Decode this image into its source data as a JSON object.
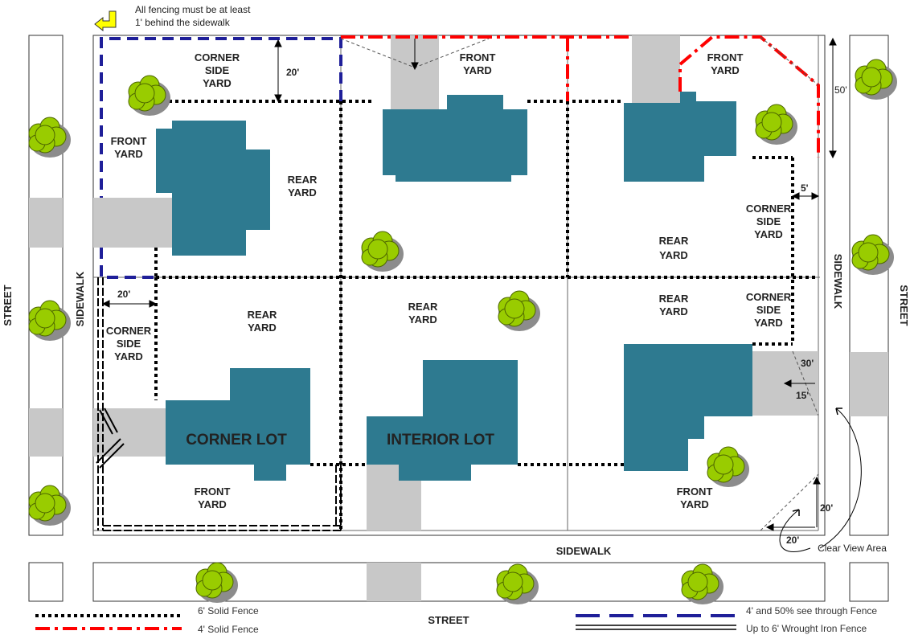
{
  "note": {
    "line1": "All fencing must be at least",
    "line2": "1' behind the sidewalk"
  },
  "labels": {
    "corner_side_yard_top": [
      "CORNER",
      "SIDE",
      "YARD"
    ],
    "front_yard_left": [
      "FRONT",
      "YARD"
    ],
    "rear_yard_tl": [
      "REAR",
      "YARD"
    ],
    "front_yard_top_mid": [
      "FRONT",
      "YARD"
    ],
    "front_yard_top_right": [
      "FRONT",
      "YARD"
    ],
    "corner_side_yard_right_upper": [
      "CORNER",
      "SIDE",
      "YARD"
    ],
    "rear_yard_tr": [
      "REAR",
      "YARD"
    ],
    "rear_yard_bl": [
      "REAR",
      "YARD"
    ],
    "rear_yard_bm": [
      "REAR",
      "YARD"
    ],
    "rear_yard_br": [
      "REAR",
      "YARD"
    ],
    "corner_side_yard_right_lower": [
      "CORNER",
      "SIDE",
      "YARD"
    ],
    "corner_side_yard_left_lower": [
      "CORNER",
      "SIDE",
      "YARD"
    ],
    "front_yard_bl": [
      "FRONT",
      "YARD"
    ],
    "front_yard_br": [
      "FRONT",
      "YARD"
    ],
    "corner_lot": "CORNER LOT",
    "interior_lot": "INTERIOR LOT",
    "sidewalk_left": "SIDEWALK",
    "sidewalk_right": "SIDEWALK",
    "sidewalk_bottom": "SIDEWALK",
    "street_left": "STREET",
    "street_right": "STREET",
    "street_bottom": "STREET",
    "clear_view_area": "Clear View Area"
  },
  "dimensions": {
    "d_20_top": "20'",
    "d_50": "50'",
    "d_5": "5'",
    "d_20_left": "20'",
    "d_30": "30'",
    "d_15": "15'",
    "d_20_bottom_v": "20'",
    "d_20_bottom_h": "20'"
  },
  "legend": {
    "solid6": "6' Solid Fence",
    "solid4": "4' Solid Fence",
    "seethrough": "4' and 50% see through Fence",
    "wrought": "Up to 6' Wrought Iron Fence"
  },
  "colors": {
    "house": "#2e7a90",
    "driveway": "#c8c8c8",
    "tree": "#99cc00",
    "tree_shadow": "#8c8c8c",
    "fence_blue": "#1f1f99",
    "fence_red": "#ff0000",
    "fence_black": "#000000",
    "arrow_yellow": "#ffff00"
  }
}
